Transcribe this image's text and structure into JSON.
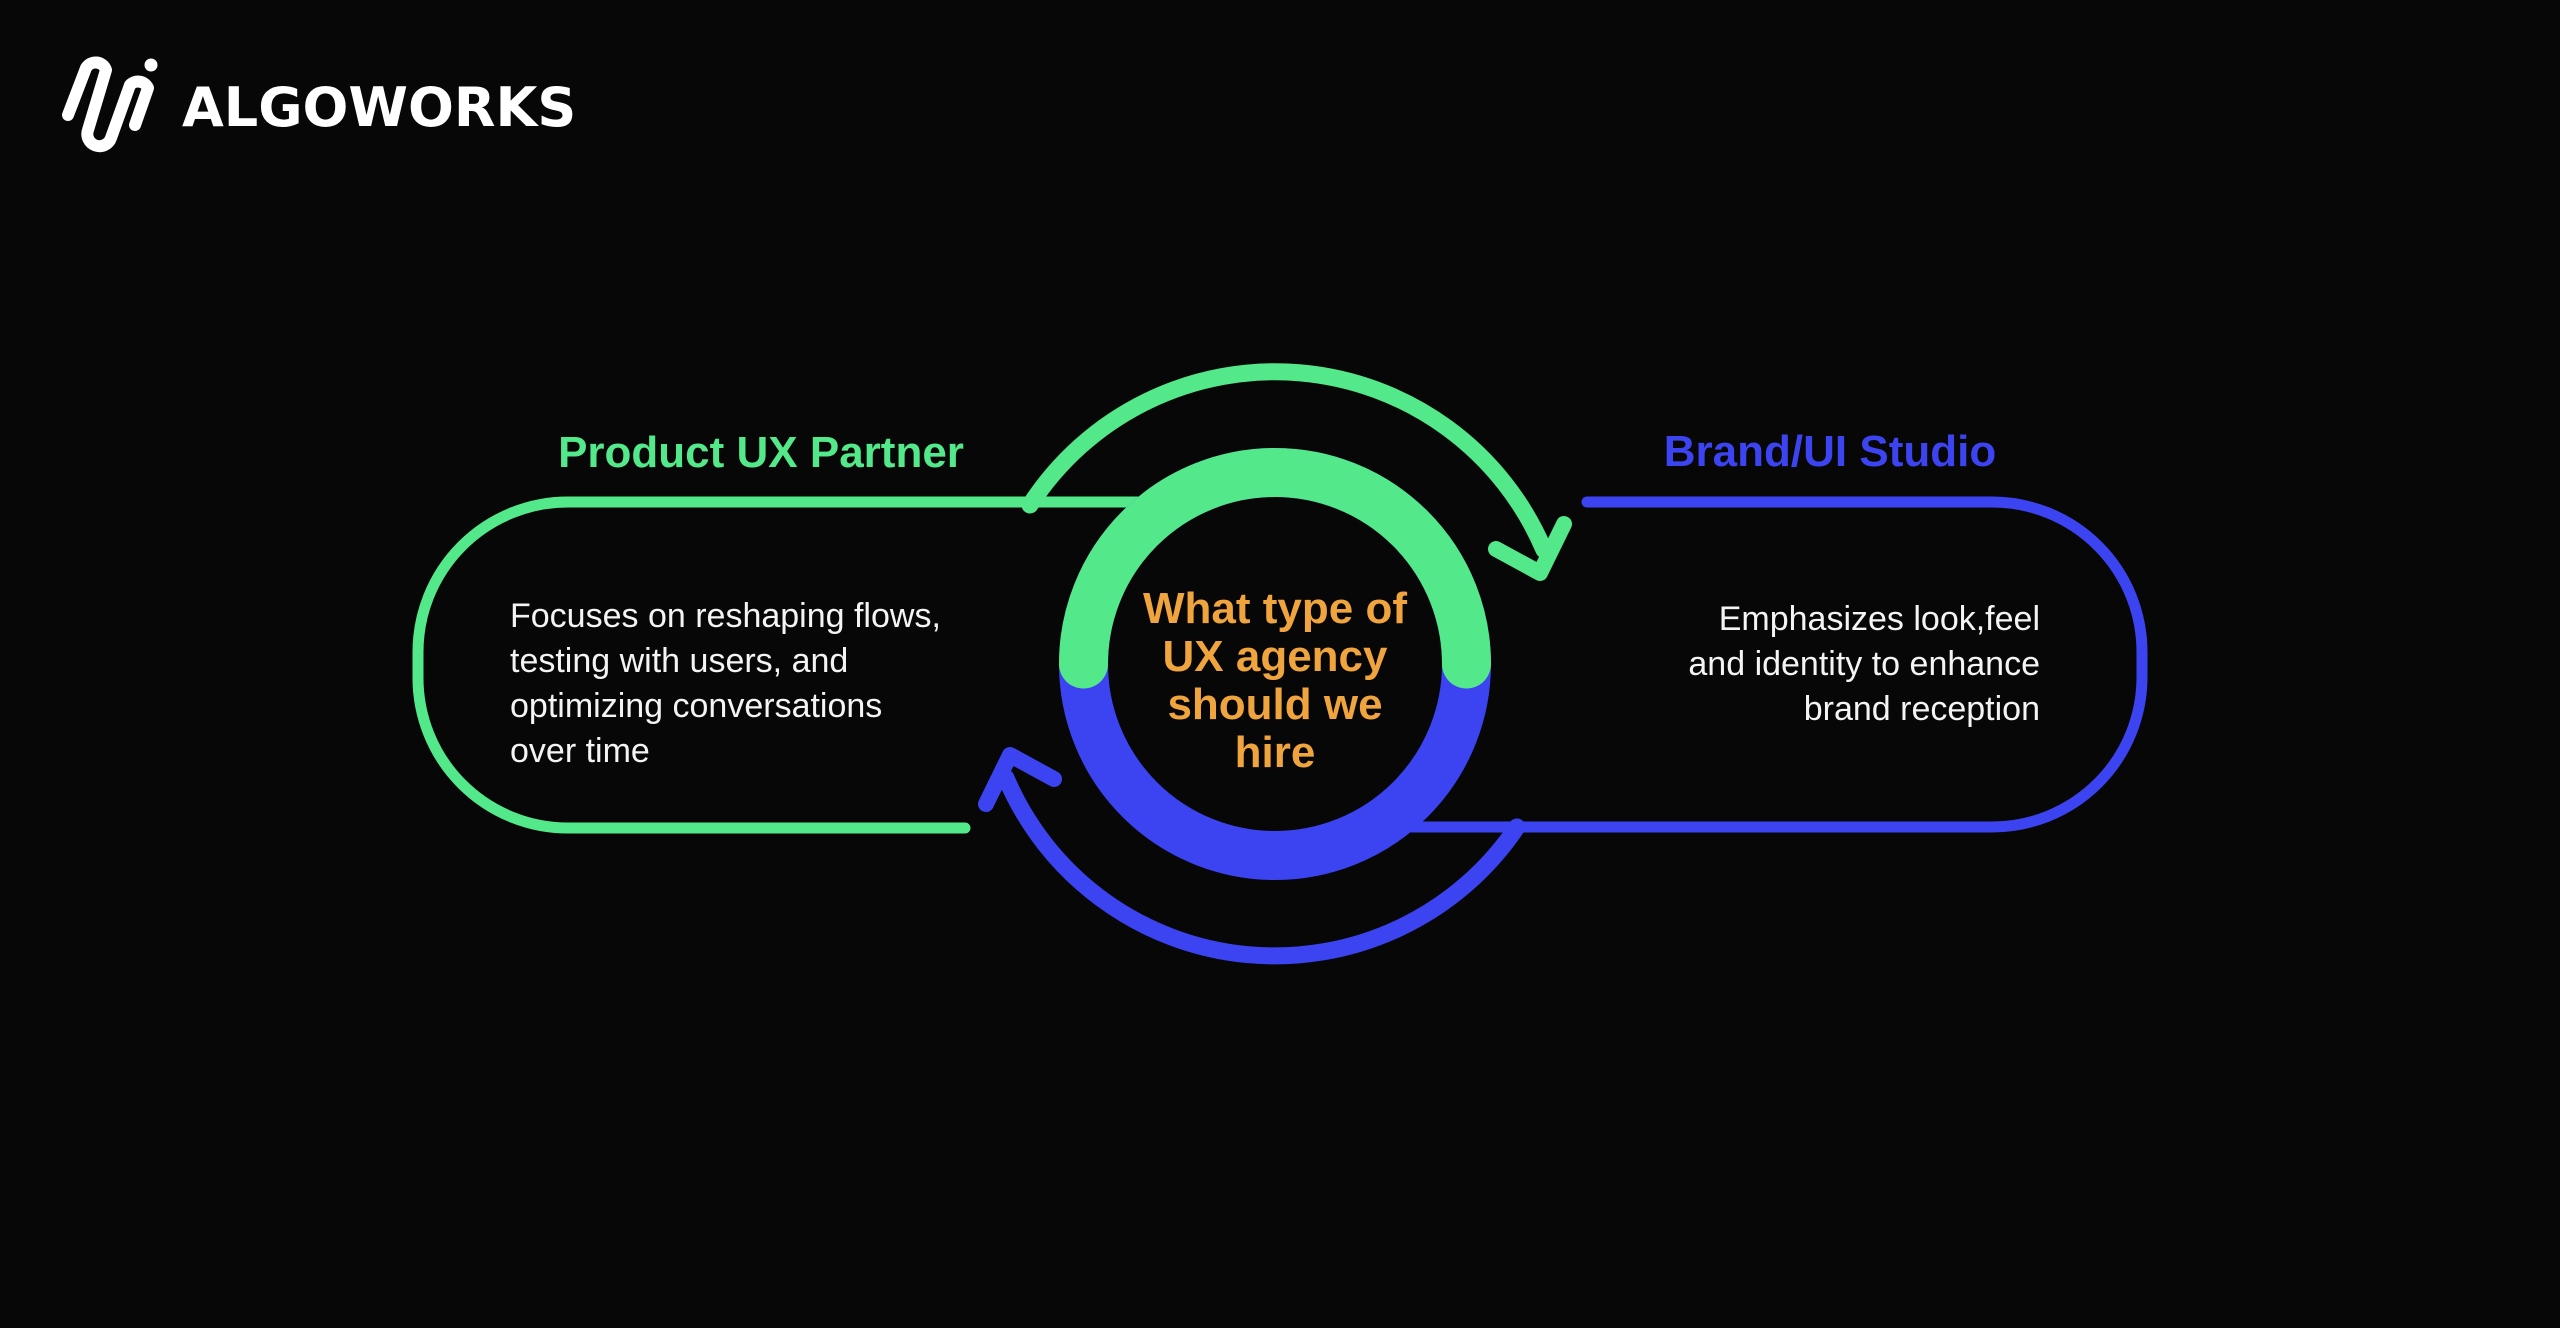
{
  "colors": {
    "green": "#53E98B",
    "blue": "#3C44F1",
    "orange": "#F0A43E",
    "white": "#FFFFFF",
    "background": "#070707"
  },
  "logo": {
    "brand": "ALGOWORKS",
    "icon": "algoworks-paperclip-icon"
  },
  "diagram": {
    "center": {
      "question": "What type of\nUX agency\nshould we\nhire"
    },
    "left_panel": {
      "title": "Product UX Partner",
      "body": "Focuses on reshaping flows,\ntesting with users, and\noptimizing conversations\nover time"
    },
    "right_panel": {
      "title": "Brand/UI Studio",
      "body": "Emphasizes look,feel\nand identity to enhance\nbrand reception"
    },
    "arrows": {
      "top": "clockwise-arrow",
      "bottom": "counterclockwise-arrow"
    }
  }
}
